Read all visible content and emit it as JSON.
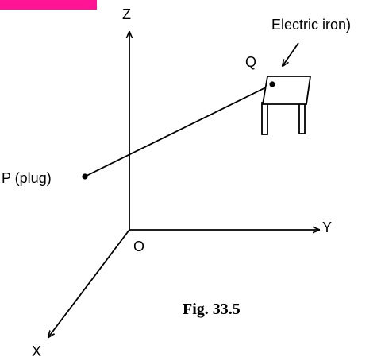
{
  "colors": {
    "accent_bar": "#ff1493",
    "ink": "#000000",
    "background": "#ffffff"
  },
  "labels": {
    "z_axis": "Z",
    "y_axis": "Y",
    "x_axis": "X",
    "origin": "O",
    "point_q": "Q",
    "point_p": "P (plug)",
    "device": "Electric iron)",
    "caption": "Fig. 33.5"
  },
  "icons": {
    "device": "electric-iron-icon"
  }
}
